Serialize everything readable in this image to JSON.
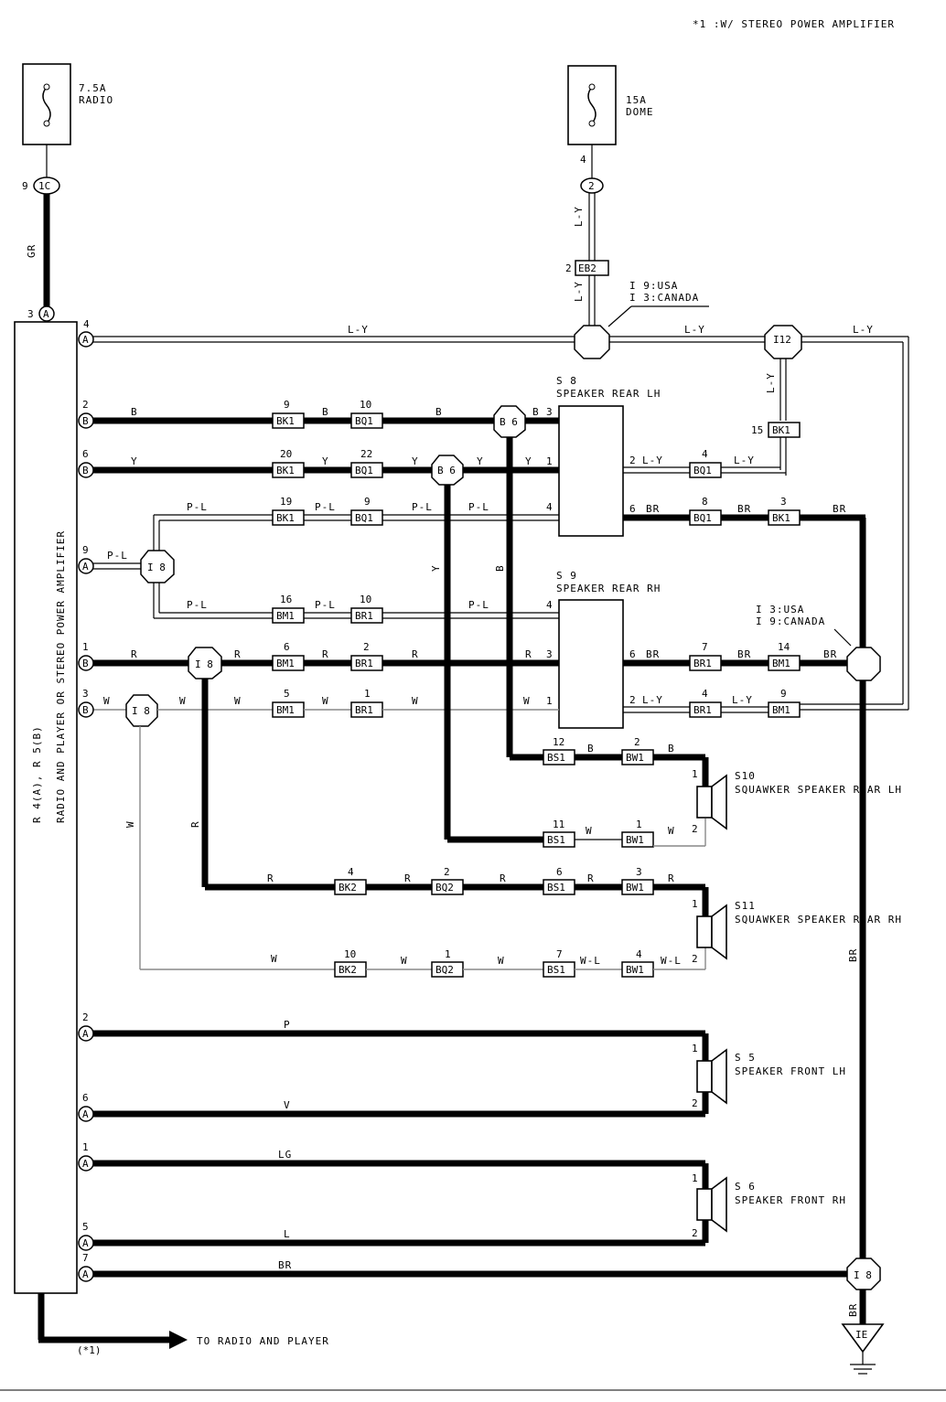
{
  "header_note": "*1 :W/ STEREO POWER AMPLIFIER",
  "fuses": [
    {
      "rating": "7.5A",
      "name": "RADIO"
    },
    {
      "rating": "15A",
      "name": "DOME"
    }
  ],
  "component_main": {
    "title": "RADIO AND PLAYER OR STEREO POWER AMPLIFIER",
    "code": "R 4(A), R 5(B)"
  },
  "speakers": [
    {
      "code": "S 8",
      "name": "SPEAKER REAR LH"
    },
    {
      "code": "S 9",
      "name": "SPEAKER REAR RH"
    },
    {
      "code": "S10",
      "name": "SQUAWKER SPEAKER REAR LH"
    },
    {
      "code": "S11",
      "name": "SQUAWKER SPEAKER REAR RH"
    },
    {
      "code": "S 5",
      "name": "SPEAKER FRONT LH"
    },
    {
      "code": "S 6",
      "name": "SPEAKER FRONT RH"
    }
  ],
  "notes": {
    "junction_top": [
      "I 9:USA",
      "I 3:CANADA"
    ],
    "junction_right": [
      "I 3:USA",
      "I 9:CANADA"
    ],
    "bottom_arrow": "TO RADIO AND PLAYER",
    "bottom_ref": "(*1)"
  },
  "connectors": {
    "c1c": "1C",
    "c2": "2",
    "eb2": "EB2",
    "ie": "IE",
    "bk1": "BK1",
    "bq1": "BQ1",
    "bm1": "BM1",
    "br1": "BR1",
    "bs1": "BS1",
    "bw1": "BW1",
    "bk2": "BK2",
    "bq2": "BQ2",
    "b6": "B 6",
    "i8": "I 8",
    "i12": "I12",
    "a": "A",
    "b": "B"
  },
  "wire_colors": {
    "gr": "GR",
    "ly": "L-Y",
    "b": "B",
    "y": "Y",
    "pl": "P-L",
    "r": "R",
    "w": "W",
    "wl": "W-L",
    "br": "BR",
    "p": "P",
    "v": "V",
    "lg": "LG",
    "l": "L"
  },
  "pins": {
    "p1": "1",
    "p2": "2",
    "p3": "3",
    "p4": "4",
    "p5": "5",
    "p6": "6",
    "p7": "7",
    "p8": "8",
    "p9": "9",
    "p10": "10",
    "p11": "11",
    "p12": "12",
    "p14": "14",
    "p15": "15",
    "p16": "16",
    "p19": "19",
    "p20": "20",
    "p22": "22"
  }
}
